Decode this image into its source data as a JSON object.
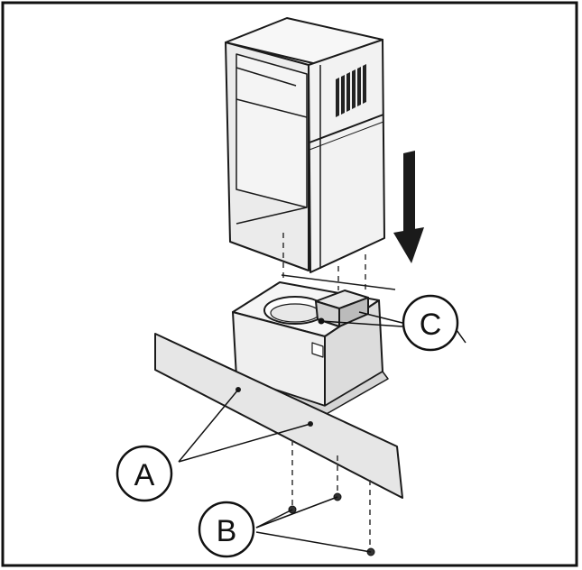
{
  "diagram": {
    "callouts": {
      "a": "A",
      "b": "B",
      "c": "C"
    },
    "parts": {
      "a": "mounting-rail",
      "b": "screws",
      "c": "connection-points"
    },
    "arrow_direction": "down",
    "colors": {
      "frame": "#111111",
      "line": "#1a1a1a",
      "panel_light": "#f3f3f3",
      "panel_mid": "#e2e2e2",
      "panel_dark": "#cfcfcf",
      "vent": "#222222"
    }
  }
}
